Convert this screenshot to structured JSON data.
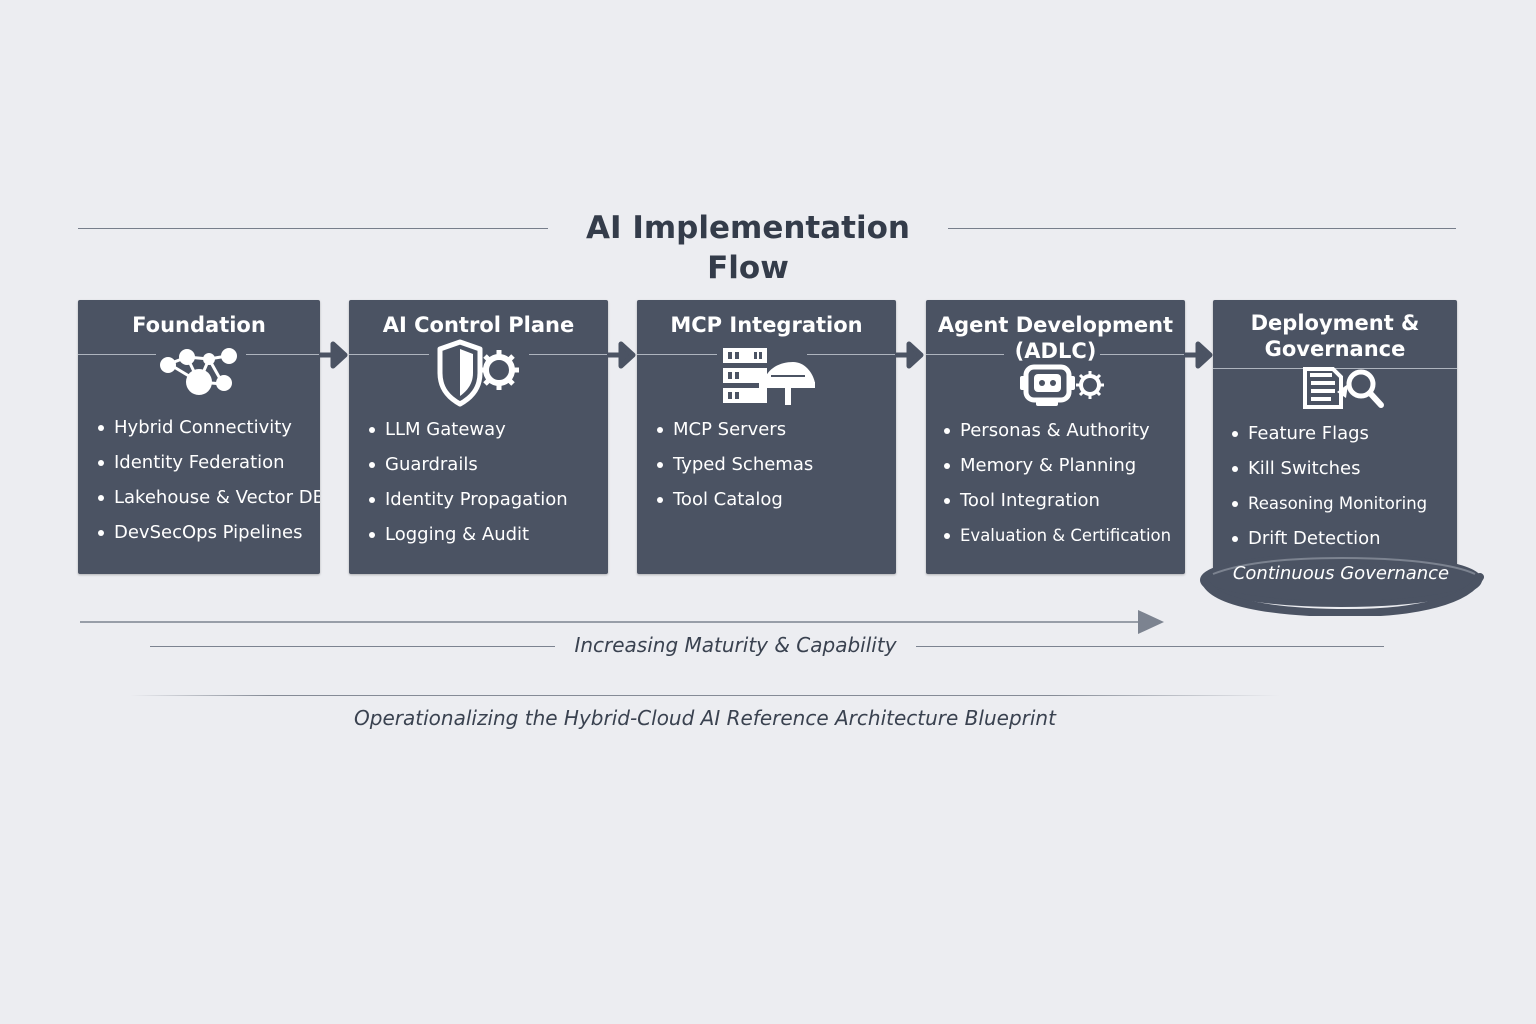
{
  "diagram": {
    "title": "AI Implementation Flow",
    "stages": [
      {
        "title": "Foundation",
        "icon": "network-nodes-icon",
        "items": [
          "Hybrid Connectivity",
          "Identity Federation",
          "Lakehouse & Vector DB",
          "DevSecOps Pipelines"
        ]
      },
      {
        "title": "AI Control Plane",
        "icon": "shield-gear-icon",
        "items": [
          "LLM Gateway",
          "Guardrails",
          "Identity Propagation",
          "Logging & Audit"
        ]
      },
      {
        "title": "MCP Integration",
        "icon": "server-connector-icon",
        "items": [
          "MCP Servers",
          "Typed Schemas",
          "Tool Catalog"
        ]
      },
      {
        "title": "Agent Development\n(ADLC)",
        "icon": "robot-gear-icon",
        "items": [
          "Personas & Authority",
          "Memory & Planning",
          "Tool Integration",
          "Evaluation & Certification"
        ]
      },
      {
        "title": "Deployment &\nGovernance",
        "icon": "document-search-icon",
        "items": [
          "Feature Flags",
          "Kill Switches",
          "Reasoning Monitoring",
          "Drift Detection"
        ]
      }
    ],
    "governance_label": "Continuous Governance",
    "maturity_label": "Increasing Maturity & Capability",
    "blueprint_label": "Operationalizing the Hybrid-Cloud AI Reference Architecture Blueprint",
    "colors": {
      "background": "#ecedf1",
      "stage": "#4b5363",
      "text_dark": "#343c4a",
      "accent_gray": "#7c8390"
    }
  }
}
